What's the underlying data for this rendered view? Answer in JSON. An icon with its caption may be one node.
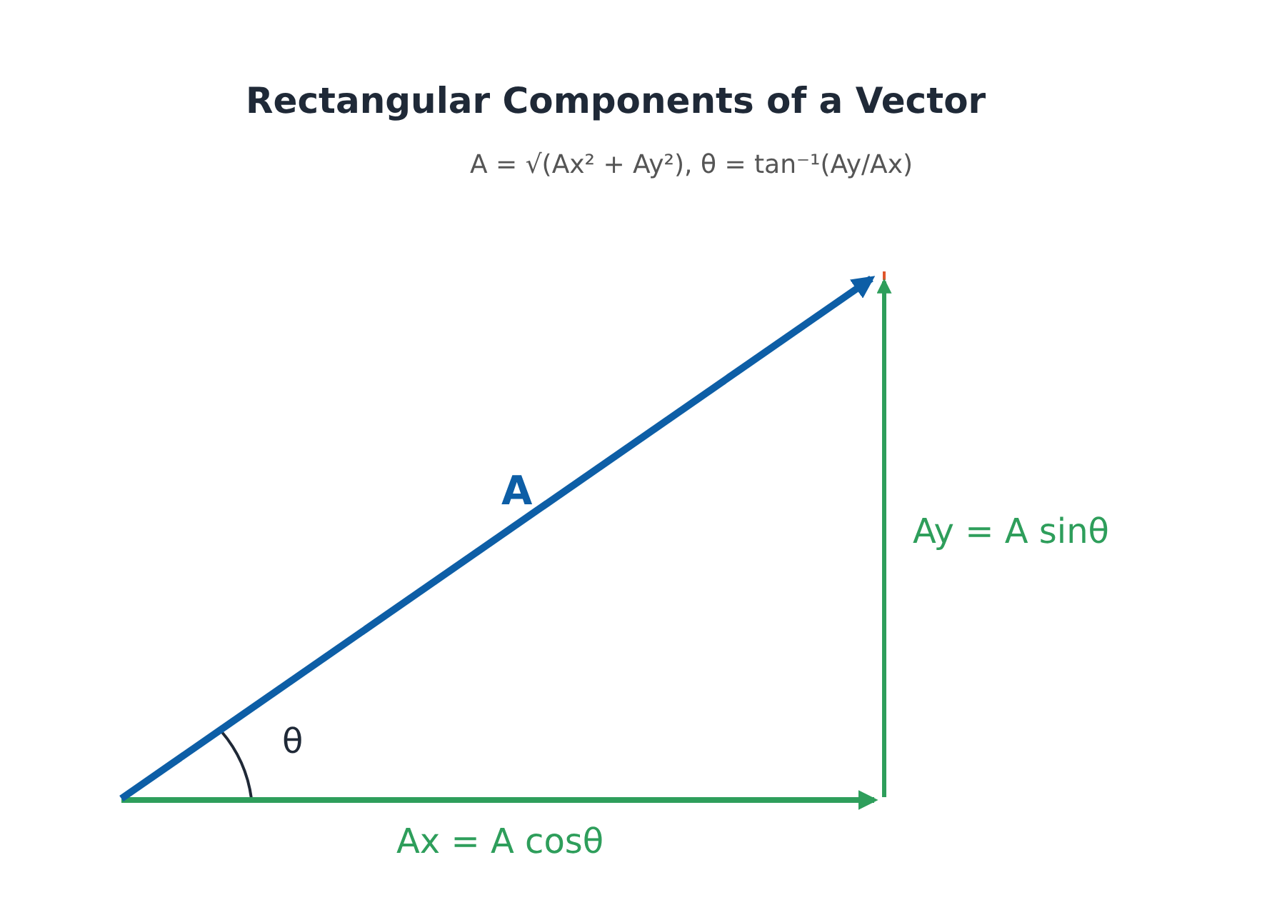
{
  "diagram": {
    "title": "Rectangular Components of a Vector",
    "labels": [
      "A = √(Ax² + Ay²),  θ = tan⁻¹(Ay/Ax)",
      "A",
      "θ",
      "Ay = A sinθ",
      "Ax = A cosθ"
    ]
  }
}
